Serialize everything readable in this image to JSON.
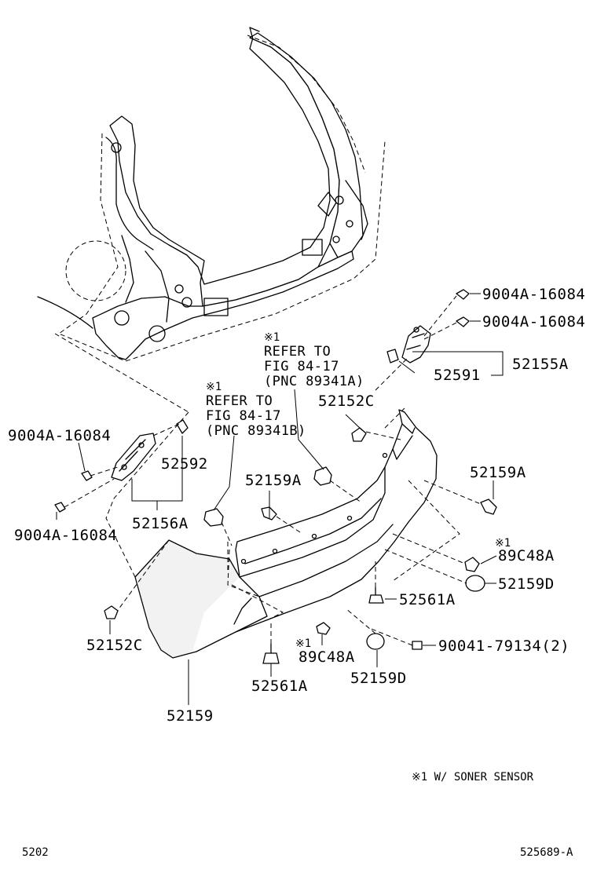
{
  "labels": {
    "p_9004A_16084_a": "9004A-16084",
    "p_9004A_16084_b": "9004A-16084",
    "p_52155A": "52155A",
    "p_52591": "52591",
    "p_52152C_top": "52152C",
    "p_52159A_right": "52159A",
    "p_89C48A_right": "89C48A",
    "p_52159D_right": "52159D",
    "p_52561A_right": "52561A",
    "p_90041": "90041-79134(2)",
    "p_52159D_bottom": "52159D",
    "p_89C48A_bottom": "89C48A",
    "p_52561A_bottom": "52561A",
    "p_52159": "52159",
    "p_52152C_left": "52152C",
    "p_9004A_16084_c": "9004A-16084",
    "p_9004A_16084_d": "9004A-16084",
    "p_52592": "52592",
    "p_52156A": "52156A",
    "p_52159A_center": "52159A"
  },
  "refs": {
    "mark": "※1",
    "ref_a": {
      "line1": "REFER TO",
      "line2": "FIG 84-17",
      "line3": "(PNC 89341A)"
    },
    "ref_b": {
      "line1": "REFER TO",
      "line2": "FIG 84-17",
      "line3": "(PNC 89341B)"
    }
  },
  "footnote": "※1 W/ SONER SENSOR",
  "page_number": "5202",
  "figure_code": "525689-A"
}
